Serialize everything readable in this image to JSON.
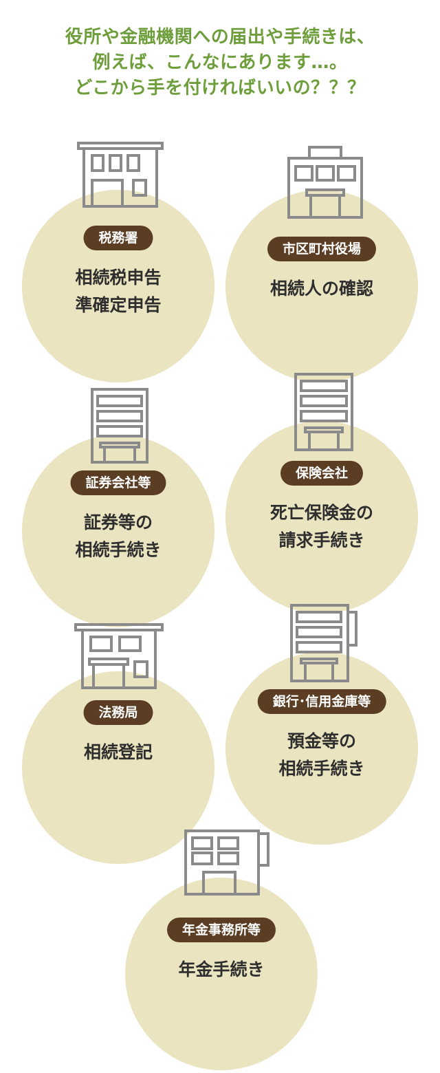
{
  "heading": {
    "lines": [
      "役所や金融機関への届出や手続きは、",
      "例えば、こんなにあります…。",
      "どこから手を付ければいいの？？？"
    ]
  },
  "offices": [
    {
      "label": "税務署",
      "desc": [
        "相続税申告",
        "準確定申告"
      ],
      "icon": "building-icon"
    },
    {
      "label": "市区町村役場",
      "desc": [
        "相続人の確認"
      ],
      "icon": "building-icon"
    },
    {
      "label": "証券会社等",
      "desc": [
        "証券等の",
        "相続手続き"
      ],
      "icon": "building-icon"
    },
    {
      "label": "保険会社",
      "desc": [
        "死亡保険金の",
        "請求手続き"
      ],
      "icon": "building-icon"
    },
    {
      "label": "法務局",
      "desc": [
        "相続登記"
      ],
      "icon": "building-icon"
    },
    {
      "label": "銀行･信用金庫等",
      "desc": [
        "預金等の",
        "相続手続き"
      ],
      "icon": "building-icon"
    },
    {
      "label": "年金事務所等",
      "desc": [
        "年金手続き"
      ],
      "icon": "building-icon"
    }
  ],
  "colors": {
    "heading": "#6e9e3c",
    "circle": "#ebe4c0",
    "badge": "#5b3d24",
    "text": "#2e2e2e",
    "icon_stroke": "#8a8a8a"
  }
}
